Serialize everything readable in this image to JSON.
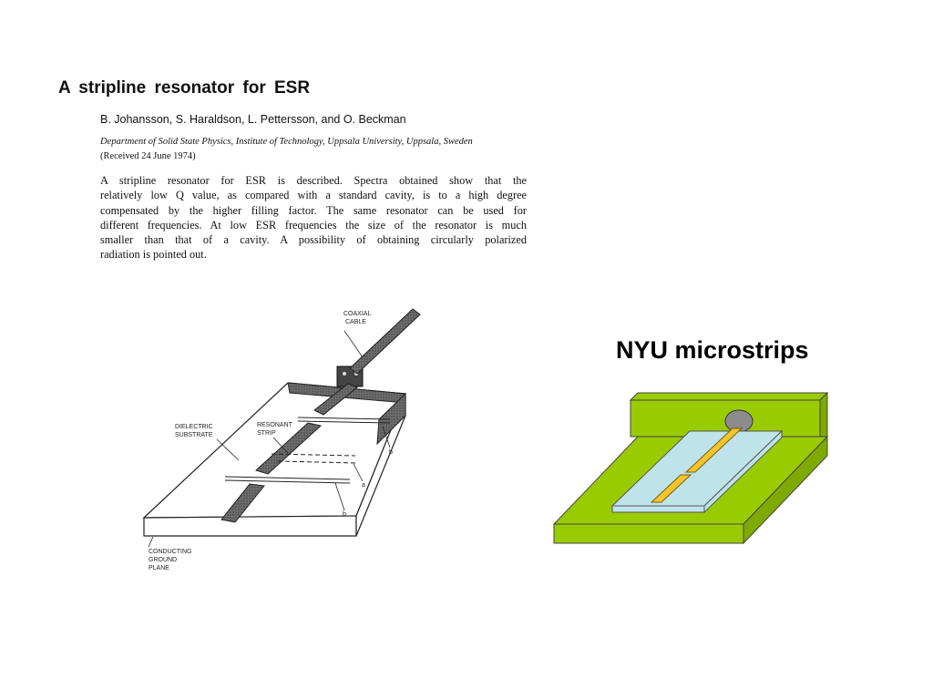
{
  "paper": {
    "title": "A stripline resonator for ESR",
    "authors": "B. Johansson, S. Haraldson, L. Pettersson, and O. Beckman",
    "affiliation": "Department of Solid State Physics, Institute of Technology, Uppsala University, Uppsala, Sweden",
    "received": "(Received 24 June 1974)",
    "abstract_lines": [
      "A stripline resonator for ESR is described. Spectra obtained show that the",
      "relatively low Q value, as compared with a standard cavity, is to a high degree",
      "compensated by the higher filling factor. The same resonator can be used for",
      "different frequencies. At low ESR frequencies the size of the resonator is much",
      "smaller than that of a cavity. A possibility of obtaining circularly polarized",
      "radiation is pointed out."
    ]
  },
  "figure": {
    "labels": {
      "coaxial": "COAXIAL",
      "cable": "CABLE",
      "resonant": "RESONANT",
      "strip": "STRIP",
      "dielectric": "DIELECTRIC",
      "substrate": "SUBSTRATE",
      "conducting": "CONDUCTING",
      "ground": "GROUND",
      "plane": "PLANE",
      "b_upper": "b",
      "a": "a",
      "b_lower": "b"
    }
  },
  "microstrip": {
    "title": "NYU microstrips",
    "colors": {
      "ground_top": "#99cc00",
      "ground_side": "#7eaa00",
      "substrate": "#bfe3ea",
      "strip": "#f2c531",
      "connector": "#8c8c8c"
    }
  }
}
